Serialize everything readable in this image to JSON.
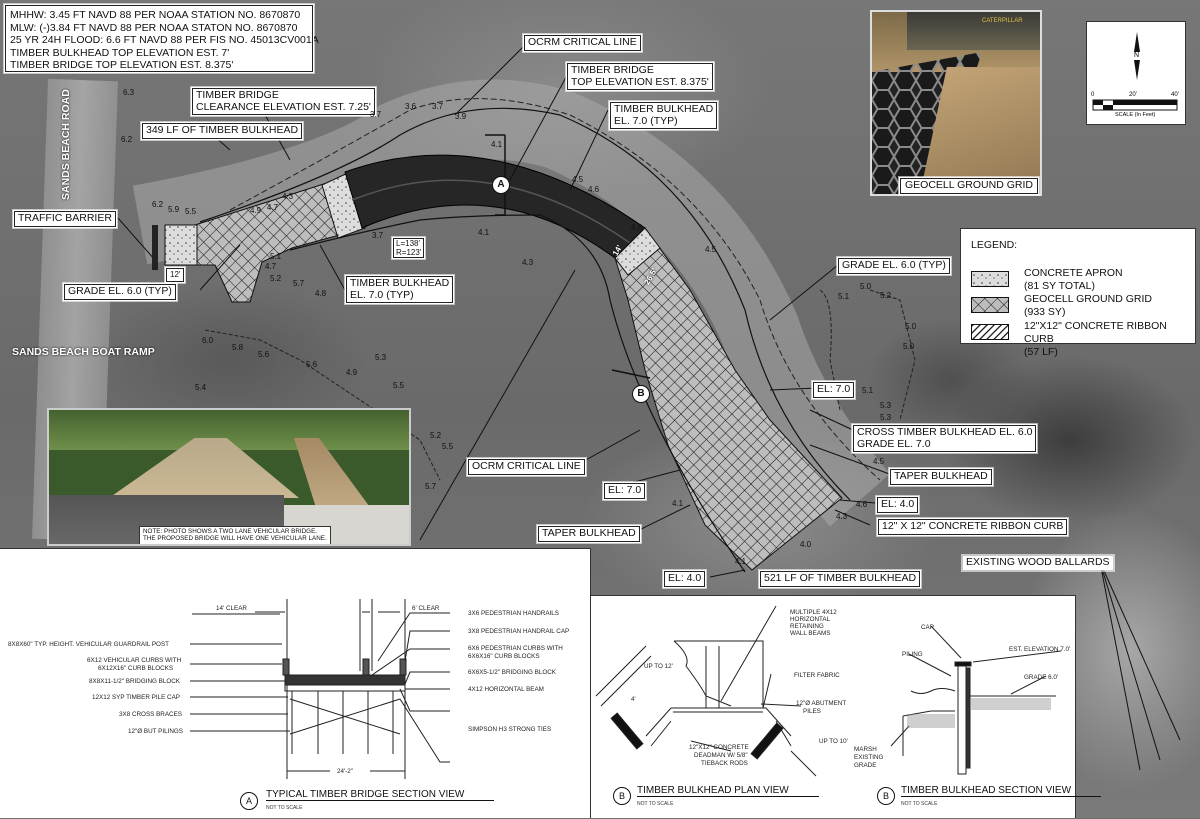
{
  "notes": [
    "MHHW: 3.45 FT NAVD 88 PER NOAA STATION NO. 8670870",
    "MLW: (-)3.84 FT NAVD 88 PER NOAA STATON NO. 8670870",
    "25 YR 24H FLOOD: 6.6 FT NAVD 88 PER FIS NO. 45013CV001A",
    "TIMBER BULKHEAD TOP ELEVATION EST. 7'",
    "TIMBER BRIDGE TOP ELEVATION EST. 8.375'"
  ],
  "callouts": {
    "ocrm_top": "OCRM CRITICAL LINE",
    "bridge_top_1": "TIMBER BRIDGE",
    "bridge_top_2": "TOP ELEVATION EST. 8.375'",
    "clearance_1": "TIMBER BRIDGE",
    "clearance_2": "CLEARANCE ELEVATION EST. 7.25'",
    "bulkhead_349": "349 LF OF TIMBER BULKHEAD",
    "bulkhead_typ_top_1": "TIMBER BULKHEAD",
    "bulkhead_typ_top_2": "EL. 7.0 (TYP)",
    "traffic_barrier": "TRAFFIC BARRIER",
    "bulkhead_typ_mid_1": "TIMBER BULKHEAD",
    "bulkhead_typ_mid_2": "EL. 7.0 (TYP)",
    "grade_left": "GRADE EL. 6.0 (TYP)",
    "grade_right": "GRADE EL. 6.0 (TYP)",
    "el70_right": "EL: 7.0",
    "cross_1": "CROSS TIMBER BULKHEAD EL. 6.0",
    "cross_2": "GRADE EL. 7.0",
    "taper_right": "TAPER BULKHEAD",
    "el40_right": "EL: 4.0",
    "ribbon": "12\" X 12\" CONCRETE RIBBON CURB",
    "ocrm_bottom": "OCRM CRITICAL LINE",
    "el70_left": "EL: 7.0",
    "taper_left": "TAPER BULKHEAD",
    "el40_bottom": "EL: 4.0",
    "bulkhead_521": "521 LF OF TIMBER BULKHEAD",
    "ballards": "EXISTING WOOD BALLARDS",
    "dim_12": "12'",
    "curve_l": "L=138'",
    "curve_r": "R=123'",
    "dim_14": "14'",
    "dim_26": "26.5'"
  },
  "place_labels": {
    "road": "SANDS BEACH ROAD",
    "ramp": "SANDS BEACH BOAT RAMP"
  },
  "section_markers": {
    "a": "A",
    "b": "B"
  },
  "spot_elevations": [
    "6.3",
    "6.2",
    "6.2",
    "5.9",
    "5.5",
    "4.9",
    "4.7",
    "4.3",
    "3.7",
    "3.6",
    "3.7",
    "3.9",
    "4.1",
    "4.5",
    "4.6",
    "4.6",
    "4.5",
    "4.3",
    "3.7",
    "4.1",
    "5.1",
    "4.7",
    "5.2",
    "5.7",
    "4.8",
    "5.8",
    "5.6",
    "5.3",
    "5.5",
    "5.4",
    "5.2",
    "5.5",
    "5.7",
    "5.0",
    "5.1",
    "5.2",
    "5.0",
    "5.0",
    "5.1",
    "5.3",
    "5.3",
    "4.5",
    "4.6",
    "4.3",
    "4.0",
    "4.1",
    "4.1",
    "6.0",
    "5.6",
    "4.9"
  ],
  "geocell_photo": {
    "caption": "GEOCELL GROUND GRID",
    "brand": "CATERPILLAR"
  },
  "north_arrow": {
    "letter": "N",
    "scale_ticks": [
      "0",
      "20'",
      "40'"
    ],
    "scale_label": "SCALE (In Feet)"
  },
  "legend": {
    "title": "LEGEND:",
    "items": [
      {
        "label": "CONCRETE APRON",
        "sub": "(81 SY TOTAL)"
      },
      {
        "label": "GEOCELL GROUND GRID",
        "sub": "(933 SY)"
      },
      {
        "label": "12\"X12\" CONCRETE RIBBON CURB",
        "sub": "(57 LF)"
      }
    ]
  },
  "bridge_photo": {
    "note_1": "NOTE: PHOTO SHOWS A TWO LANE VEHICULAR BRIDGE.",
    "note_2": "THE PROPOSED BRIDGE WILL HAVE ONE VEHICULAR LANE."
  },
  "detail_a": {
    "marker": "A",
    "title": "TYPICAL TIMBER BRIDGE SECTION VIEW",
    "subtitle": "NOT TO SCALE",
    "dims": {
      "clear_14": "14' CLEAR",
      "clear_6": "6' CLEAR",
      "width": "24'-2\""
    },
    "left_labels": [
      "8X8X60\" TYP. HEIGHT. VEHICULAR GUARDRAIL POST",
      "6X12 VEHICULAR CURBS WITH",
      "6X12X16\" CURB BLOCKS",
      "8X8X11-1/2\" BRIDGING BLOCK",
      "12X12 SYP TIMBER PILE CAP",
      "3X8 CROSS BRACES",
      "12\"Ø BUT PILINGS"
    ],
    "right_labels": [
      "3X6 PEDESTRIAN HANDRAILS",
      "3X8 PEDESTRIAN HANDRAIL CAP",
      "6X6 PEDESTRIAN CURBS WITH",
      "6X6X16\" CURB BLOCKS",
      "6X6X5-1/2\" BRIDGING BLOCK",
      "4X12 HORIZONTAL BEAM",
      "SIMPSON H3 STRONG TIES"
    ]
  },
  "detail_b_plan": {
    "marker": "B",
    "title": "TIMBER BULKHEAD PLAN VIEW",
    "subtitle": "NOT TO SCALE",
    "labels": [
      "MULTIPLE 4X12",
      "HORIZONTAL",
      "RETAINING",
      "WALL BEAMS",
      "FILTER FABRIC",
      "12\"Ø ABUTMENT",
      "PILES",
      "UP TO 12'",
      "4'",
      "UP TO 10'",
      "12\"X12\" CONCRETE",
      "DEADMAN W/ 5/8\"",
      "TIEBACK RODS"
    ]
  },
  "detail_b_section": {
    "marker": "B",
    "title": "TIMBER BULKHEAD SECTION VIEW",
    "subtitle": "NOT TO SCALE",
    "labels": [
      "CAP",
      "PILING",
      "EST. ELEVATION 7.0'",
      "GRADE 6.0'",
      "MARSH",
      "EXISTING",
      "GRADE"
    ]
  }
}
